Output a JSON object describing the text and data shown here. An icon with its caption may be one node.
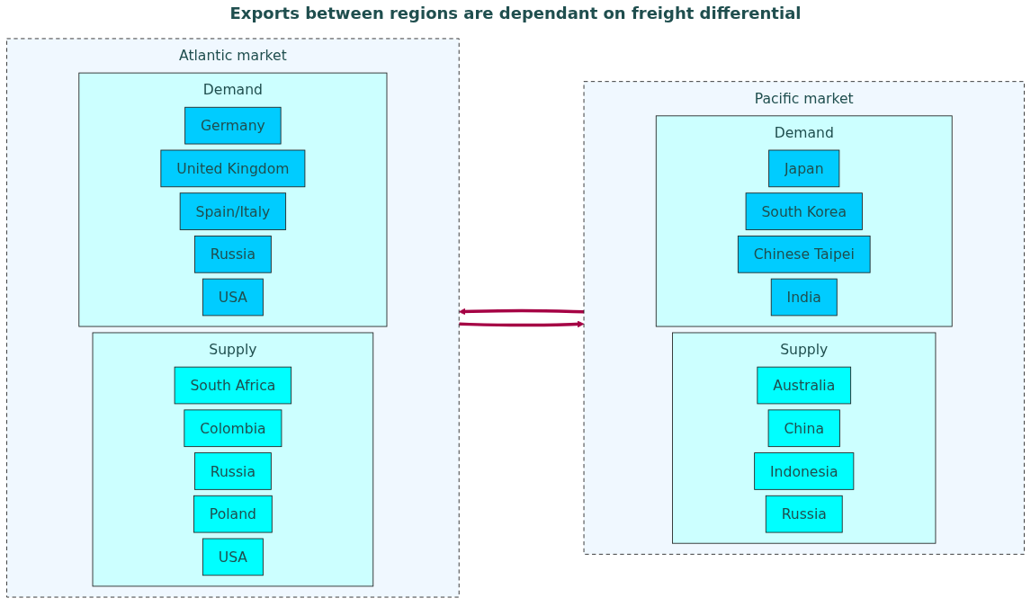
{
  "diagram": {
    "nodes": [
      {
        "text": [
          "Atlantic market"
        ]
      },
      {
        "text": [
          "Demand"
        ],
        "in": 0
      },
      {
        "text": [
          "Germany"
        ],
        "in": 1
      },
      {
        "text": [
          "United Kingdom"
        ],
        "in": 1
      },
      {
        "text": [
          "Spain/Italy"
        ],
        "in": 1
      },
      {
        "text": [
          "Russia"
        ],
        "in": 1
      },
      {
        "text": [
          "USA"
        ],
        "in": 1
      },
      {
        "text": [
          "Supply"
        ],
        "in": 0
      },
      {
        "text": [
          "South Africa"
        ],
        "in": 7
      },
      {
        "text": [
          "Colombia"
        ],
        "in": 7
      },
      {
        "text": [
          "Russia"
        ],
        "in": 7
      },
      {
        "text": [
          "Poland"
        ],
        "in": 7
      },
      {
        "text": [
          "USA"
        ],
        "in": 7
      },
      {
        "text": [
          "Pacific market"
        ]
      },
      {
        "text": [
          "Demand"
        ],
        "in": 13
      },
      {
        "text": [
          "Japan"
        ],
        "in": 14
      },
      {
        "text": [
          "South Korea"
        ],
        "in": 14
      },
      {
        "text": [
          "Chinese Taipei"
        ],
        "in": 14
      },
      {
        "text": [
          "India"
        ],
        "in": 14
      },
      {
        "text": [
          "Supply"
        ],
        "in": 13
      },
      {
        "text": [
          "Australia"
        ],
        "in": 19
      },
      {
        "text": [
          "China"
        ],
        "in": 19
      },
      {
        "text": [
          "Indonesia"
        ],
        "in": 19
      },
      {
        "text": [
          "Russia"
        ],
        "in": 19
      }
    ],
    "edges": [
      {
        "from": 13,
        "to": 0,
        "arrow": "to",
        "color": "#a50044"
      },
      {
        "from": 0,
        "to": 13,
        "arrow": "to",
        "color": "#a50044"
      }
    ],
    "labels": [
      "Exports between regions are dependant on freight differential"
    ]
  }
}
